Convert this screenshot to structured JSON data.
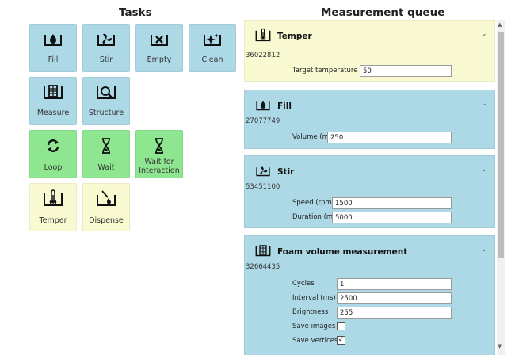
{
  "tasks": {
    "heading": "Tasks",
    "items": [
      {
        "label": "Fill",
        "icon": "drop-icon",
        "color": "#add8e6"
      },
      {
        "label": "Stir",
        "icon": "fan-icon",
        "color": "#add8e6"
      },
      {
        "label": "Empty",
        "icon": "x-icon",
        "color": "#add8e6"
      },
      {
        "label": "Clean",
        "icon": "sparkle-icon",
        "color": "#add8e6"
      },
      {
        "label": "Measure",
        "icon": "measure-icon",
        "color": "#add8e6"
      },
      {
        "label": "Structure",
        "icon": "magnifier-icon",
        "color": "#add8e6"
      },
      {
        "label": "Loop",
        "icon": "loop-icon",
        "color": "#8ee690"
      },
      {
        "label": "Wait",
        "icon": "hourglass-icon",
        "color": "#8ee690"
      },
      {
        "label": "Wait for Interaction",
        "icon": "hourglass-icon",
        "color": "#8ee690"
      },
      {
        "label": "Temper",
        "icon": "thermometer-icon",
        "color": "#fafad2"
      },
      {
        "label": "Dispense",
        "icon": "dispense-icon",
        "color": "#fafad2"
      }
    ]
  },
  "queue": {
    "heading": "Measurement queue",
    "cards": [
      {
        "title": "Temper",
        "id": "36022812",
        "icon": "thermometer-icon",
        "color": "#fafad2",
        "fields": [
          {
            "label": "Target temperature (°C)",
            "value": "50"
          }
        ]
      },
      {
        "title": "Fill",
        "id": "27077749",
        "icon": "drop-icon",
        "color": "#add8e6",
        "fields": [
          {
            "label": "Volume (ml)",
            "value": "250"
          }
        ]
      },
      {
        "title": "Stir",
        "id": "53451100",
        "icon": "fan-icon",
        "color": "#add8e6",
        "fields": [
          {
            "label": "Speed (rpm)",
            "value": "1500"
          },
          {
            "label": "Duration (ms)",
            "value": "5000"
          }
        ]
      },
      {
        "title": "Foam volume measurement",
        "id": "32664435",
        "icon": "measure-icon",
        "color": "#add8e6",
        "fields": [
          {
            "label": "Cycles",
            "value": "1"
          },
          {
            "label": "Interval (ms)",
            "value": "2500"
          },
          {
            "label": "Brightness",
            "value": "255"
          }
        ],
        "checkboxes": [
          {
            "label": "Save images",
            "checked": false
          },
          {
            "label": "Save vertices",
            "checked": true
          }
        ]
      }
    ]
  },
  "scrollbar": {
    "position": 0.0
  }
}
